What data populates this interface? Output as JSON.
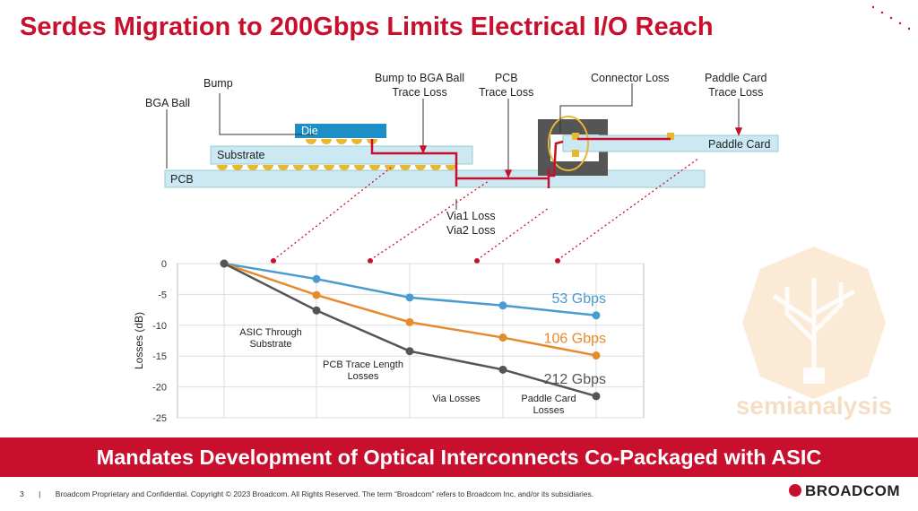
{
  "title": "Serdes Migration to 200Gbps Limits Electrical I/O Reach",
  "diagram": {
    "labels": {
      "bga_ball": "BGA Ball",
      "bump": "Bump",
      "bump_to_bga": "Bump to BGA Ball\nTrace Loss",
      "pcb_trace": "PCB\nTrace Loss",
      "connector_loss": "Connector Loss",
      "paddle_trace": "Paddle Card\nTrace Loss",
      "via_loss": "Via1 Loss\nVia2 Loss"
    },
    "boxes": {
      "die": "Die",
      "substrate": "Substrate",
      "pcb": "PCB",
      "paddle_card": "Paddle Card"
    },
    "colors": {
      "board_fill": "#cce8f2",
      "die_fill": "#1b8fc6",
      "trace": "#c8102e",
      "bump": "#e8b830",
      "connector": "#555555"
    }
  },
  "chart_data": {
    "type": "line",
    "ylabel": "Losses (dB)",
    "ylim": [
      -25,
      0
    ],
    "yticks": [
      0,
      -5,
      -10,
      -15,
      -20,
      -25
    ],
    "grid": true,
    "x": [
      0,
      1,
      2,
      3,
      4
    ],
    "series": [
      {
        "name": "53 Gbps",
        "color": "#4a9bd0",
        "values": [
          0,
          -2.5,
          -5.5,
          -6.8,
          -8.4
        ]
      },
      {
        "name": "106 Gbps",
        "color": "#e68a2e",
        "values": [
          0,
          -5.1,
          -9.5,
          -12.0,
          -14.9
        ]
      },
      {
        "name": "212 Gbps",
        "color": "#555555",
        "values": [
          0,
          -7.6,
          -14.2,
          -17.2,
          -21.5
        ]
      }
    ],
    "annotations": [
      "ASIC Through\nSubstrate",
      "PCB Trace Length\nLosses",
      "Via Losses",
      "Paddle Card\nLosses"
    ]
  },
  "banner": "Mandates Development of Optical Interconnects Co-Packaged with ASIC",
  "footer": {
    "page": "3",
    "sep": "|",
    "text": "Broadcom Proprietary and Confidential.  Copyright © 2023 Broadcom.  All Rights Reserved. The term “Broadcom” refers to Broadcom Inc. and/or its subsidiaries."
  },
  "logo": "BROADCOM",
  "watermark": "semianalysis"
}
